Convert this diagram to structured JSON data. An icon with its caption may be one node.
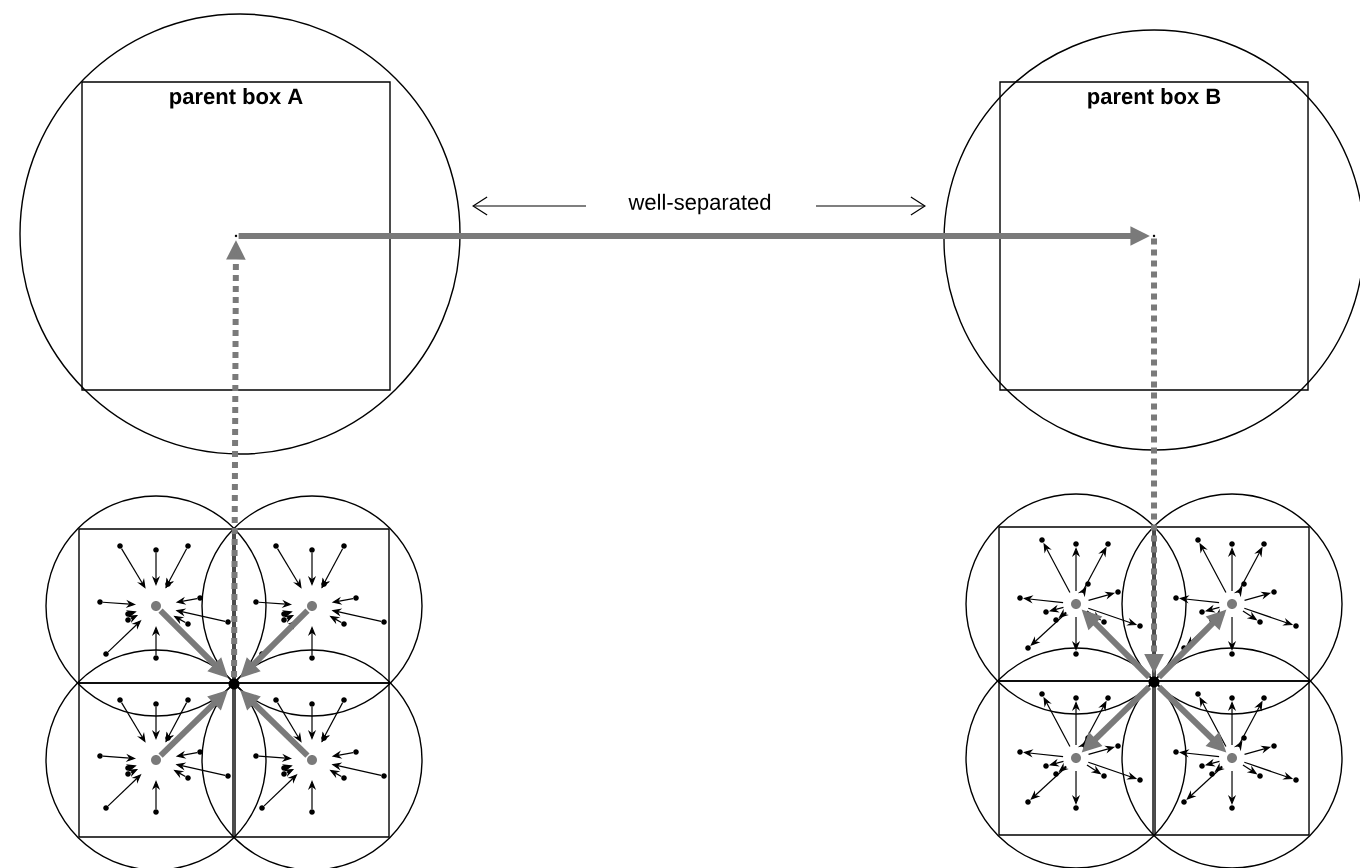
{
  "diagram": {
    "nodes": [
      {
        "text": [
          "parent box A"
        ]
      },
      {
        "text": [],
        "shape": "dot",
        "in": 0
      },
      {
        "text": [
          "parent box B"
        ]
      },
      {
        "text": [],
        "shape": "dot",
        "in": 2
      },
      {
        "text": [],
        "shape": "dot"
      },
      {
        "text": [],
        "shape": "dot"
      },
      {
        "text": [],
        "shape": "dot"
      },
      {
        "text": [],
        "shape": "dot"
      },
      {
        "text": [],
        "shape": "dot"
      },
      {
        "text": [],
        "shape": "dot"
      },
      {
        "text": [],
        "shape": "dot"
      },
      {
        "text": [],
        "shape": "dot"
      },
      {
        "text": [],
        "shape": "dot"
      },
      {
        "text": [],
        "shape": "dot"
      }
    ],
    "edges": [
      {
        "from": 1,
        "to": 3,
        "arrow": "to"
      },
      {
        "from": 4,
        "to": 8,
        "arrow": "to"
      },
      {
        "from": 5,
        "to": 8,
        "arrow": "to"
      },
      {
        "from": 6,
        "to": 8,
        "arrow": "to"
      },
      {
        "from": 7,
        "to": 8,
        "arrow": "to"
      },
      {
        "from": 8,
        "to": 1,
        "arrow": "to",
        "style": "dashed"
      },
      {
        "from": 3,
        "to": 13,
        "arrow": "to",
        "style": "dashed"
      },
      {
        "from": 13,
        "to": 9,
        "arrow": "to"
      },
      {
        "from": 13,
        "to": 10,
        "arrow": "to"
      },
      {
        "from": 13,
        "to": 11,
        "arrow": "to"
      },
      {
        "from": 13,
        "to": 12,
        "arrow": "to"
      }
    ],
    "labels": [
      "well-separated"
    ]
  }
}
